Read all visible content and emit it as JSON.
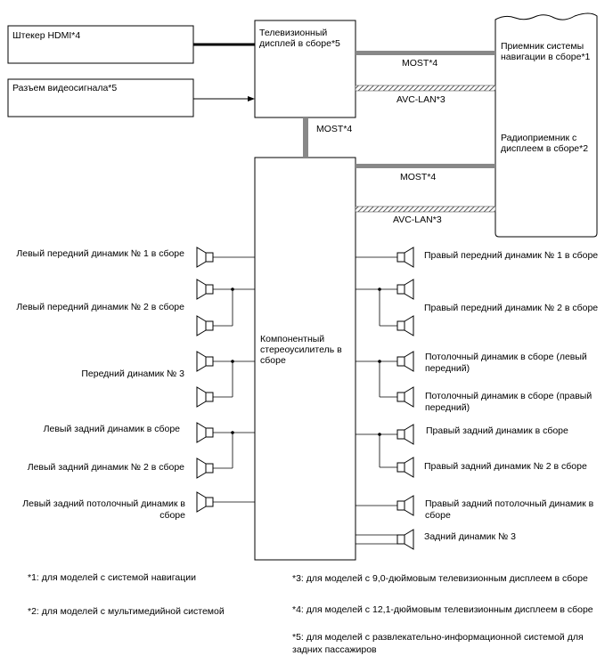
{
  "boxes": {
    "hdmi": "Штекер HDMI*4",
    "video": "Разъем видеосигнала*5",
    "tv_display": "Телевизионный дисплей в сборе*5",
    "nav_receiver": "Приемник системы навигации в сборе*1",
    "radio_receiver": "Радиоприемник с дисплеем в сборе*2",
    "amplifier": "Компонентный стереоусилитель в сборе"
  },
  "buses": {
    "most_top": "MOST*4",
    "avc_top": "AVC-LAN*3",
    "most_vertical": "MOST*4",
    "most_mid": "MOST*4",
    "avc_mid": "AVC-LAN*3"
  },
  "speakers_left": [
    "Левый передний динамик № 1 в сборе",
    "Левый передний динамик № 2 в сборе",
    "Передний динамик № 3",
    "Левый задний динамик в сборе",
    "Левый задний динамик № 2 в сборе",
    "Левый задний потолочный динамик в сборе"
  ],
  "speakers_right": [
    "Правый передний динамик № 1 в сборе",
    "Правый передний динамик № 2 в сборе",
    "Потолочный динамик в сборе (левый передний)",
    "Потолочный динамик в сборе (правый передний)",
    "Правый задний динамик в сборе",
    "Правый задний динамик № 2 в сборе",
    "Правый задний потолочный динамик в сборе",
    "Задний динамик № 3"
  ],
  "notes": {
    "n1": "*1: для моделей с системой навигации",
    "n2": "*2: для моделей с мультимедийной системой",
    "n3": "*3: для моделей с 9,0-дюймовым телевизионным дисплеем в сборе",
    "n4": "*4: для моделей с 12,1-дюймовым телевизионным дисплеем в сборе",
    "n5": "*5: для моделей с развлекательно-информационной системой для задних пассажиров"
  }
}
